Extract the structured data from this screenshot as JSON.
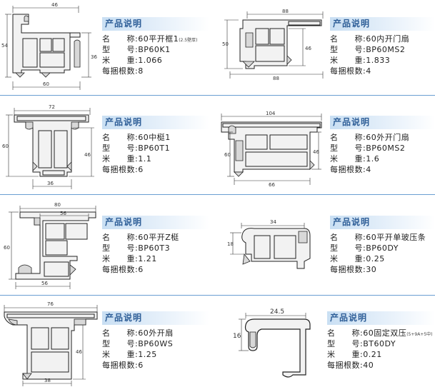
{
  "section_title": "产品说明",
  "labels": {
    "name": "名　　称:",
    "model": "型　　号:",
    "weight": "米　　重:",
    "count": "每捆根数:"
  },
  "products": [
    {
      "name": "60平开框1",
      "note": "(2.5壁厚)",
      "model": "BP60K1",
      "weight": "1.066",
      "count": "8",
      "dims": {
        "top": "46",
        "left": "54",
        "right": "36",
        "bottom": "60"
      }
    },
    {
      "name": "60内开门扇",
      "note": "",
      "model": "BP60MS2",
      "weight": "1.833",
      "count": "4",
      "dims": {
        "top": "88",
        "left": "50",
        "right": "46",
        "bottom": "88"
      }
    },
    {
      "name": "60中梃1",
      "note": "",
      "model": "BP60T1",
      "weight": "1.1",
      "count": "6",
      "dims": {
        "top": "72",
        "left": "60",
        "right": "46",
        "bottom": "36"
      }
    },
    {
      "name": "60外开门扇",
      "note": "",
      "model": "BP60MS2",
      "weight": "1.6",
      "count": "4",
      "dims": {
        "top": "104",
        "left": "60",
        "right": "46",
        "bottom": "66"
      }
    },
    {
      "name": "60平开Z梃",
      "note": "",
      "model": "BP60T3",
      "weight": "1.21",
      "count": "6",
      "dims": {
        "top": "80",
        "top2": "56",
        "left": "60",
        "bottom": "56"
      }
    },
    {
      "name": "60平开单玻压条",
      "note": "",
      "model": "BP60DY",
      "weight": "0.25",
      "count": "30",
      "dims": {
        "top": "34",
        "left": "18"
      }
    },
    {
      "name": "60外开扇",
      "note": "",
      "model": "BP60WS",
      "weight": "1.25",
      "count": "6",
      "dims": {
        "top": "76",
        "right": "46",
        "bottom": "38"
      }
    },
    {
      "name": "60固定双压",
      "note": "(5+9A+5中)",
      "model": "BT60DY",
      "weight": "0.21",
      "count": "40",
      "dims": {
        "top": "24.5",
        "left": "16"
      }
    }
  ]
}
